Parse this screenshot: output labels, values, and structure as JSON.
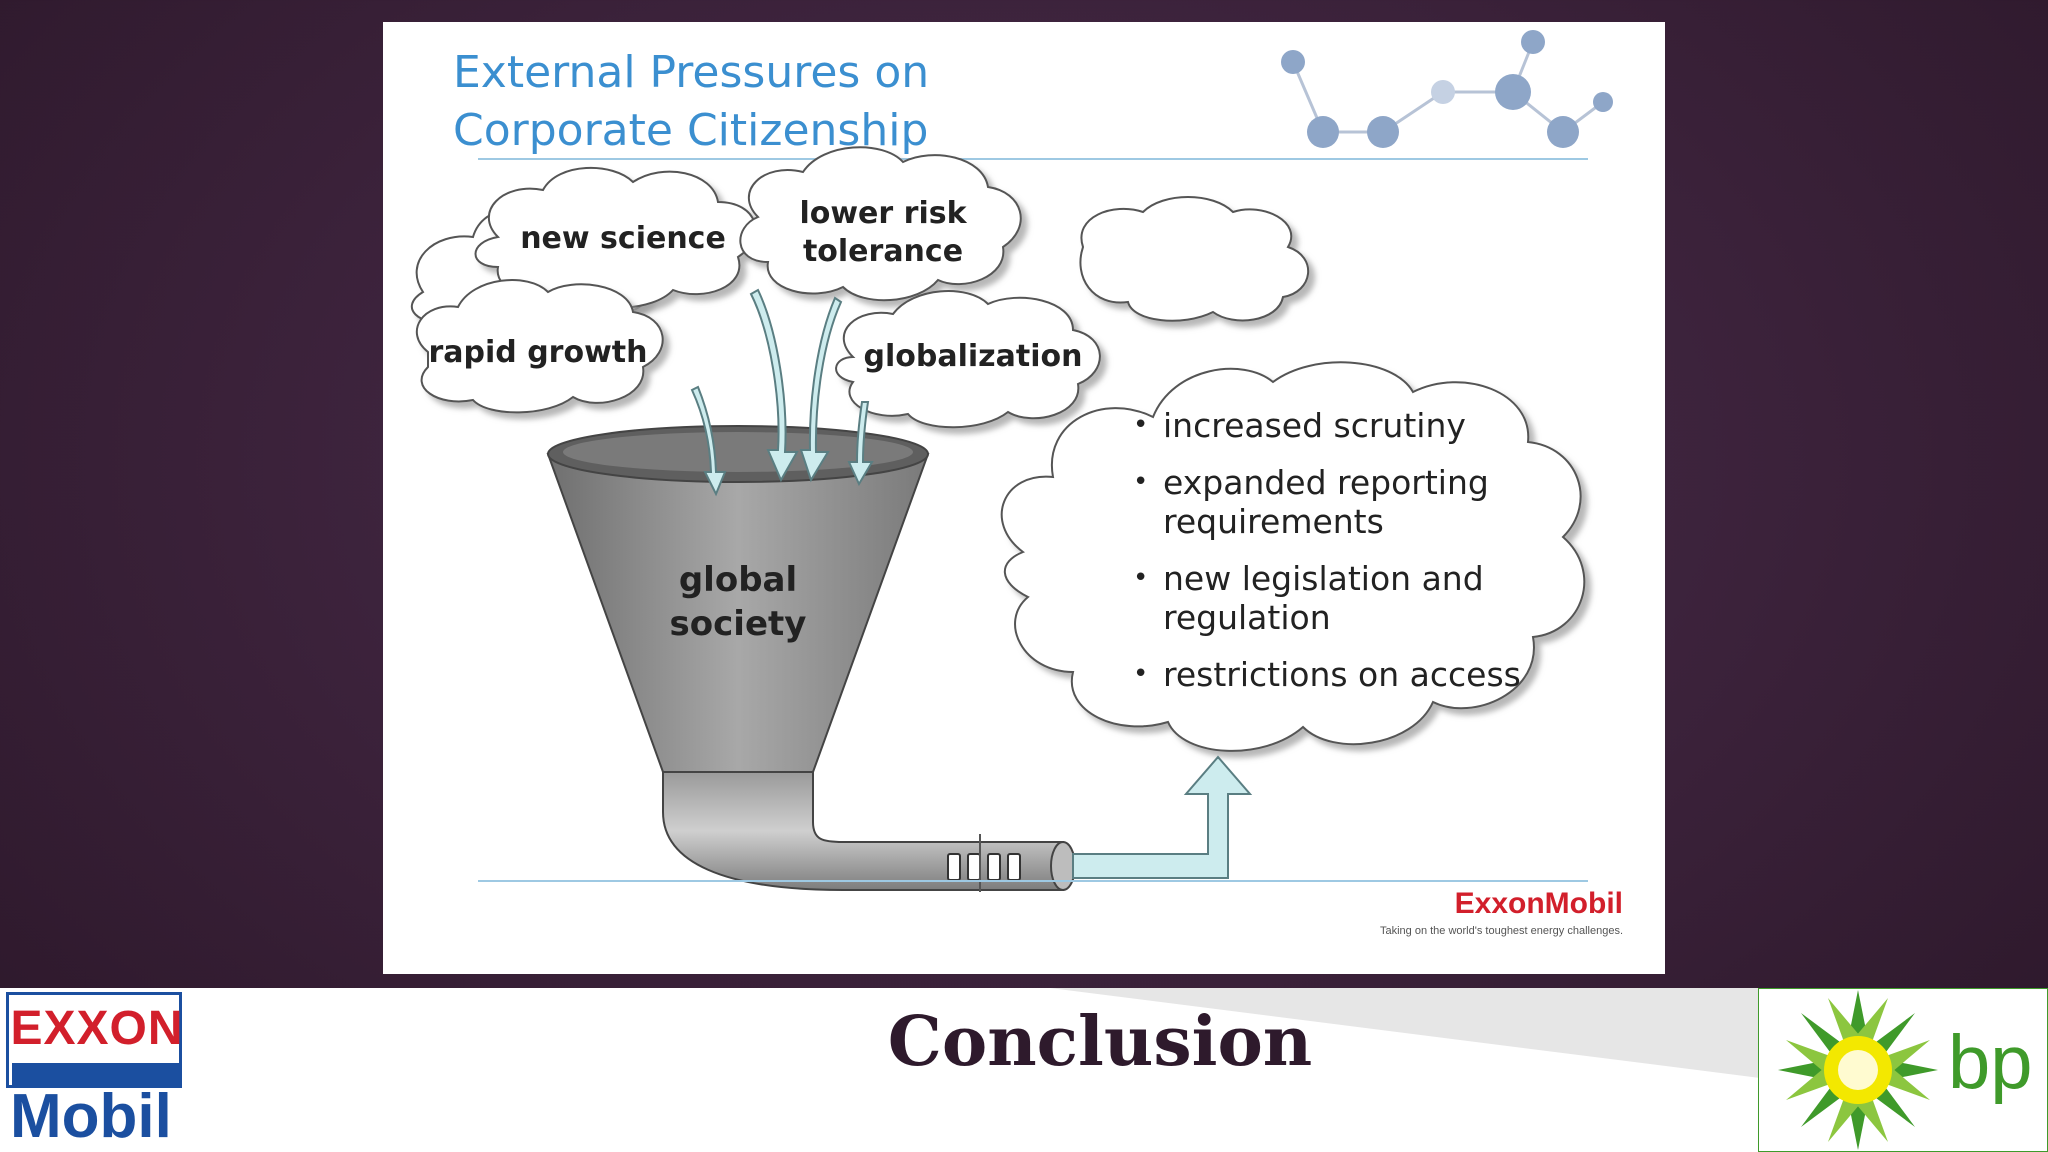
{
  "slide": {
    "title_line1": "External Pressures on",
    "title_line2": "Corporate Citizenship"
  },
  "clouds": {
    "new_science": "new science",
    "lower_risk_line1": "lower risk",
    "lower_risk_line2": "tolerance",
    "rapid_growth": "rapid growth",
    "globalization": "globalization"
  },
  "funnel": {
    "label_line1": "global",
    "label_line2": "society"
  },
  "outcomes": {
    "items": [
      "increased scrutiny",
      "expanded reporting requirements",
      "new legislation and regulation",
      "restrictions on access"
    ]
  },
  "slide_footer": {
    "brand": "ExxonMobil",
    "tagline": "Taking on the world's toughest energy challenges."
  },
  "footer": {
    "title": "Conclusion",
    "left_logo_top": "EXXON",
    "left_logo_bottom": "Mobil",
    "right_logo": "bp"
  },
  "colors": {
    "title_blue": "#3b8fd0",
    "exxon_red": "#d21f2b",
    "mobil_blue": "#1b4fa0",
    "bp_green": "#3f9a2a",
    "bp_yellow": "#f3e800",
    "arrow_fill": "#cdecee",
    "funnel_gray": "#8a8a8a"
  }
}
